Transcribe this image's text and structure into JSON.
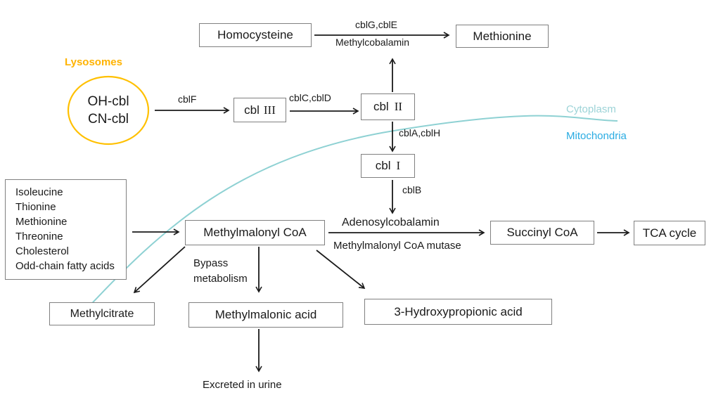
{
  "diagram": {
    "regions": {
      "lysosomes": {
        "label": "Lysosomes",
        "color": "#ffb300"
      },
      "cytoplasm": {
        "label": "Cytoplasm",
        "color": "#9cd3d7"
      },
      "mitochondria": {
        "label": "Mitochondria",
        "color": "#29abe2"
      }
    },
    "lysosome_contents": {
      "line1": "OH-cbl",
      "line2": "CN-cbl"
    },
    "nodes": {
      "homocysteine": "Homocysteine",
      "methionine": "Methionine",
      "cbl3": {
        "prefix": "cbl",
        "numeral": "III"
      },
      "cbl2": {
        "prefix": "cbl",
        "numeral": "II"
      },
      "cbl1": {
        "prefix": "cbl",
        "numeral": "I"
      },
      "methylmalonyl_coa": "Methylmalonyl CoA",
      "succinyl_coa": "Succinyl CoA",
      "tca_cycle": "TCA cycle",
      "methylcitrate": "Methylcitrate",
      "methylmalonic_acid": "Methylmalonic acid",
      "hydroxypropionic_acid": "3-Hydroxypropionic acid"
    },
    "substrates_box": {
      "items": [
        "Isoleucine",
        "Thionine",
        "Methionine",
        "Threonine",
        "Cholesterol",
        "Odd-chain fatty acids"
      ]
    },
    "edge_labels": {
      "cblG_cblE": "cblG,cblE",
      "methylcobalamin": "Methylcobalamin",
      "cblF": "cblF",
      "cblC_cblD": "cblC,cblD",
      "cblA_cblH": "cblA,cblH",
      "cblB": "cblB",
      "adenosylcobalamin": "Adenosylcobalamin",
      "mmcoa_mutase": "Methylmalonyl CoA mutase",
      "bypass_line1": "Bypass",
      "bypass_line2": "metabolism",
      "excreted": "Excreted in urine"
    },
    "colors": {
      "membrane_line": "#8ed1d3",
      "lysosome_ellipse": "#ffc000",
      "box_border": "#808080",
      "arrow": "#1a1a1a"
    }
  }
}
